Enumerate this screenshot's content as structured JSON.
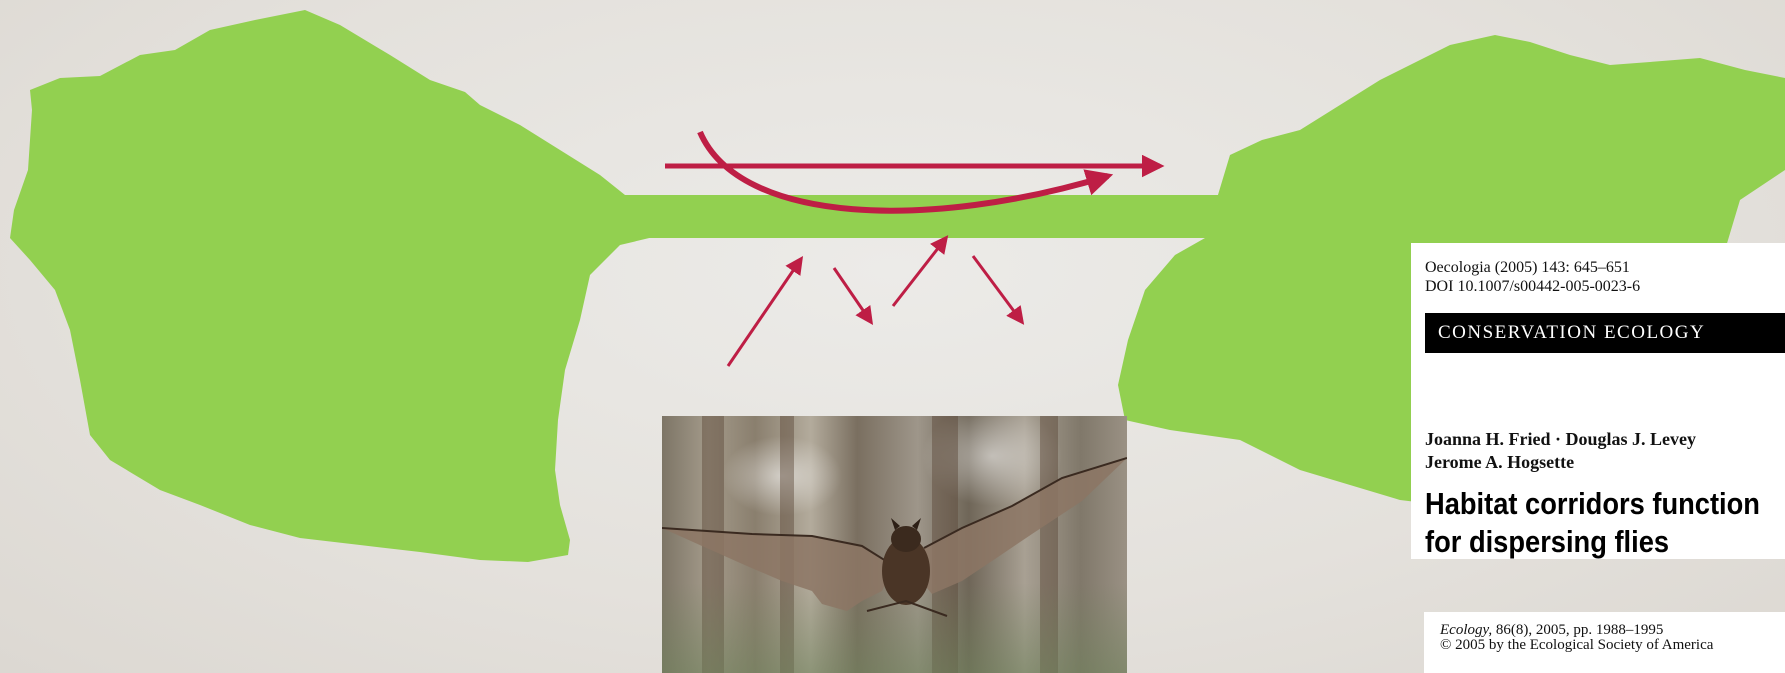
{
  "diagram": {
    "habitat_color": "#92d050",
    "arrow_color": "#be1e45",
    "background_color": "#e6e3de"
  },
  "photo": {
    "subject": "bat-in-flight"
  },
  "paper1": {
    "citation": "Oecologia (2005) 143: 645–651",
    "doi": "DOI 10.1007/s00442-005-0023-6",
    "section": "CONSERVATION ECOLOGY",
    "authors_line1": "Joanna H. Fried · Douglas J. Levey",
    "authors_line2": "Jerome A. Hogsette",
    "title_line1": "Habitat corridors function",
    "title_line2": "for dispersing flies"
  },
  "paper2": {
    "journal": "Ecology,",
    "citation_rest": " 86(8), 2005, pp. 1988–1995",
    "copyright": "© 2005 by the Ecological Society of America"
  }
}
